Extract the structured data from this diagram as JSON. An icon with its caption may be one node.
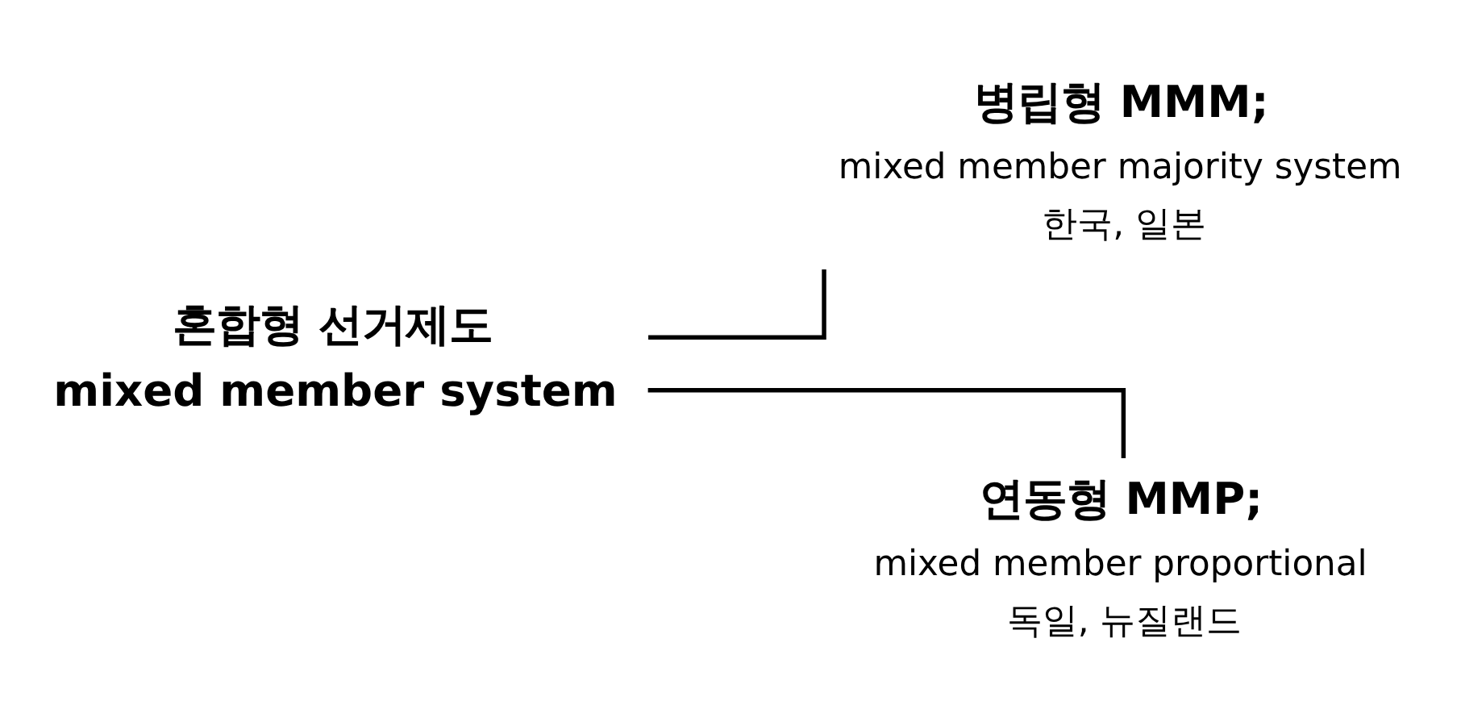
{
  "diagram": {
    "nodes": [
      {
        "text": [
          "혼합형 선거제도",
          "mixed member system"
        ]
      },
      {
        "text": [
          "병립형 MMM;",
          "mixed member majority system",
          "한국, 일본"
        ]
      },
      {
        "text": [
          "연동형 MMP;",
          "mixed member proportional",
          "독일, 뉴질랜드"
        ]
      }
    ],
    "edges": [
      {
        "from": 0,
        "to": 1,
        "arrow": "none"
      },
      {
        "from": 0,
        "to": 2,
        "arrow": "none"
      }
    ]
  }
}
